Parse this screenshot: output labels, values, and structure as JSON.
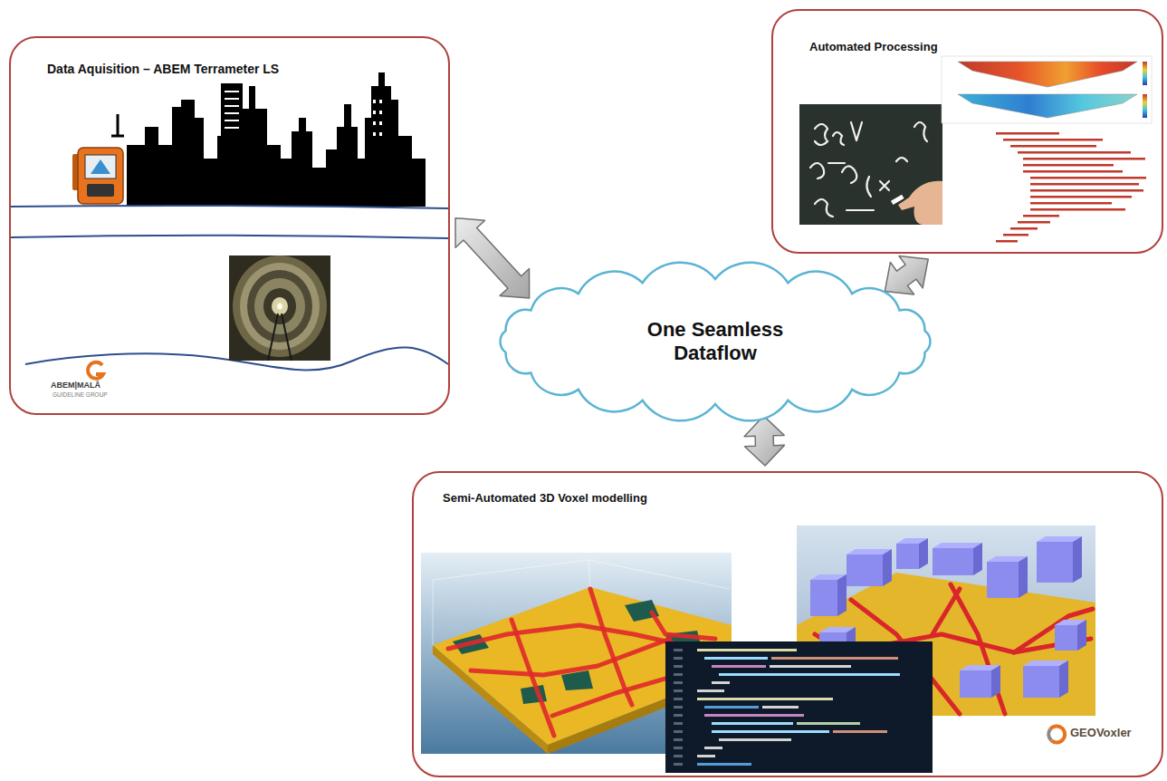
{
  "diagram": {
    "nodes": [
      {
        "text": [
          "Data Aquisition – ABEM Terrameter LS"
        ]
      },
      {
        "text": [
          "Automated Processing"
        ]
      },
      {
        "text": [
          "One Seamless Dataflow"
        ]
      },
      {
        "text": [
          "Semi-Automated 3D Voxel modelling"
        ]
      }
    ],
    "edges": [
      {
        "from": 0,
        "to": 2,
        "arrow": "both"
      },
      {
        "from": 1,
        "to": 2,
        "arrow": "both"
      },
      {
        "from": 2,
        "to": 3,
        "arrow": "both"
      }
    ],
    "labels": [
      "ABEM|MALÅ",
      "GUIDELINE GROUP",
      "GEOVoxler"
    ]
  }
}
